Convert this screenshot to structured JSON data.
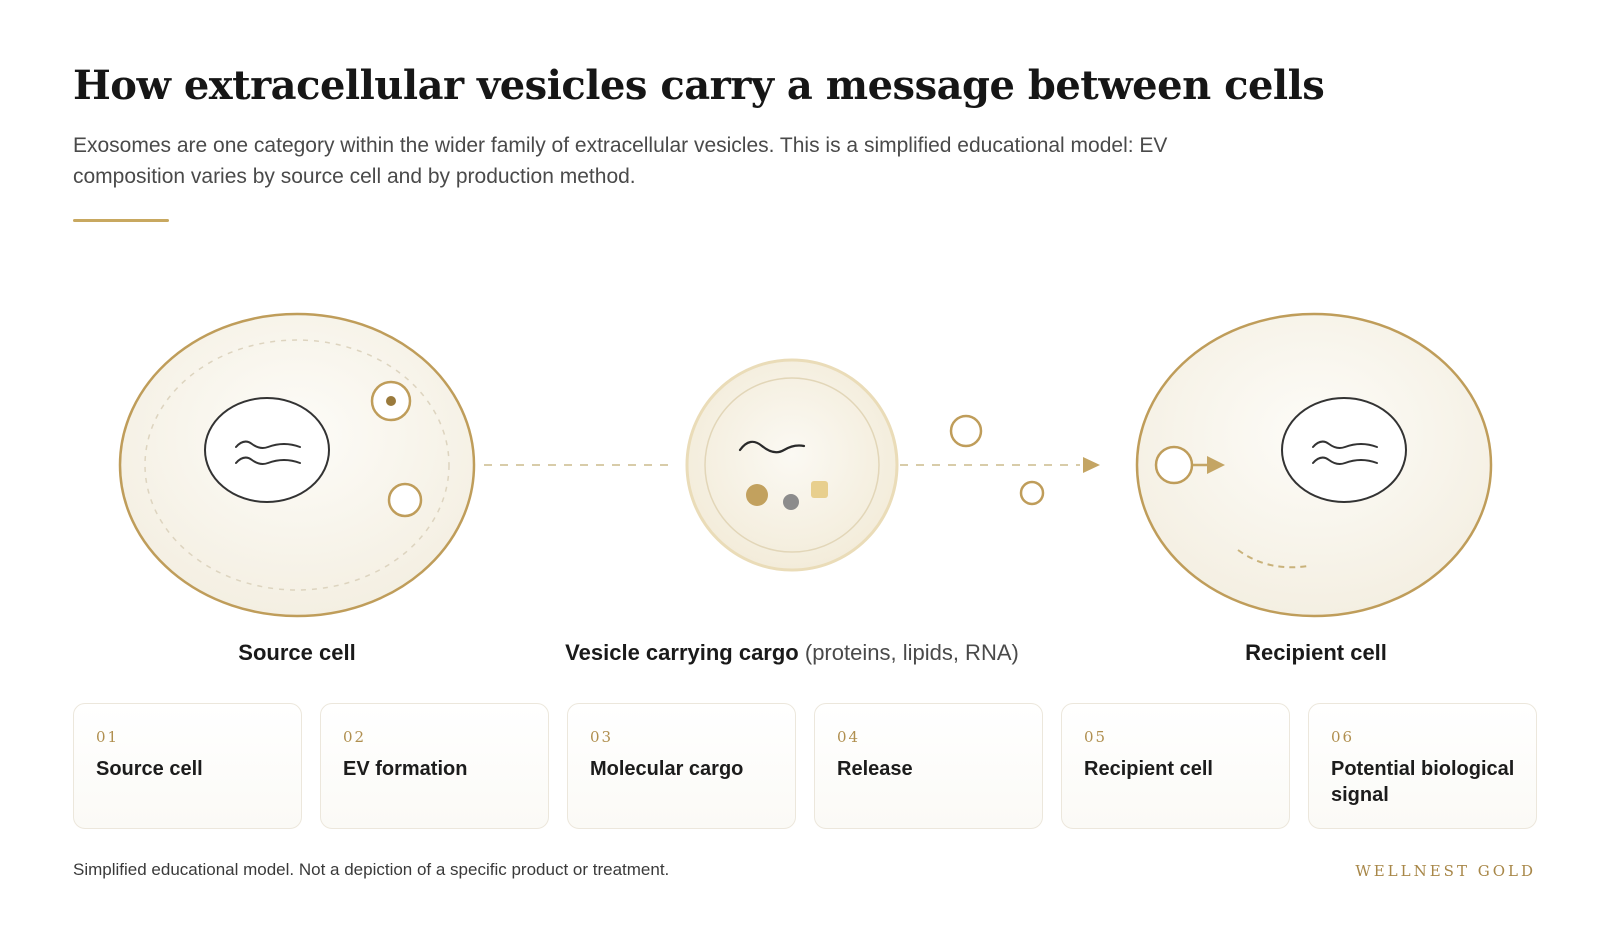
{
  "title": "How extracellular vesicles carry a message between cells",
  "subtitle": "Exosomes are one category within the wider family of extracellular vesicles. This is a simplified educational model: EV composition varies by source cell and by production method.",
  "colors": {
    "gold": "#bf9d5a",
    "gold_light": "#e8d7a8",
    "cell_fill": "#f7f4ec",
    "ink": "#2a2a2a",
    "gray_dot": "#8c8c8c"
  },
  "diagram": {
    "source_label": "Source cell",
    "vesicle_label": "Vesicle carrying cargo",
    "vesicle_note": "(proteins, lipids, RNA)",
    "recipient_label": "Recipient cell"
  },
  "steps": [
    {
      "num": "01",
      "label": "Source cell"
    },
    {
      "num": "02",
      "label": "EV formation"
    },
    {
      "num": "03",
      "label": "Molecular cargo"
    },
    {
      "num": "04",
      "label": "Release"
    },
    {
      "num": "05",
      "label": "Recipient cell"
    },
    {
      "num": "06",
      "label": "Potential biological signal"
    }
  ],
  "footer_note": "Simplified educational model. Not a depiction of a specific product or treatment.",
  "brand": "WELLNEST GOLD"
}
